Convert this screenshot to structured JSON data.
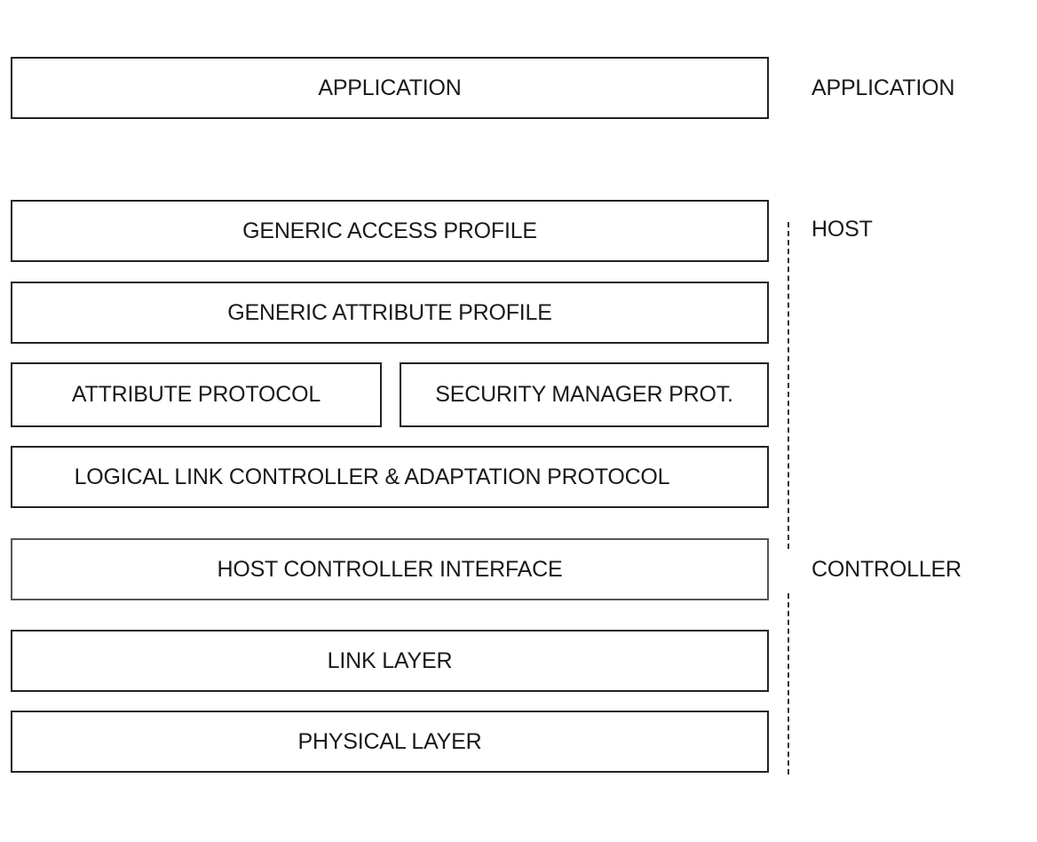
{
  "stack": {
    "application": "APPLICATION",
    "gap": "GENERIC ACCESS PROFILE",
    "gatt": "GENERIC ATTRIBUTE PROFILE",
    "att": "ATTRIBUTE PROTOCOL",
    "smp": "SECURITY MANAGER PROT.",
    "l2cap": "LOGICAL LINK CONTROLLER & ADAPTATION PROTOCOL",
    "hci": "HOST CONTROLLER INTERFACE",
    "link_layer": "LINK LAYER",
    "phy": "PHYSICAL LAYER"
  },
  "sections": {
    "application": "APPLICATION",
    "host": "HOST",
    "controller": "CONTROLLER"
  }
}
